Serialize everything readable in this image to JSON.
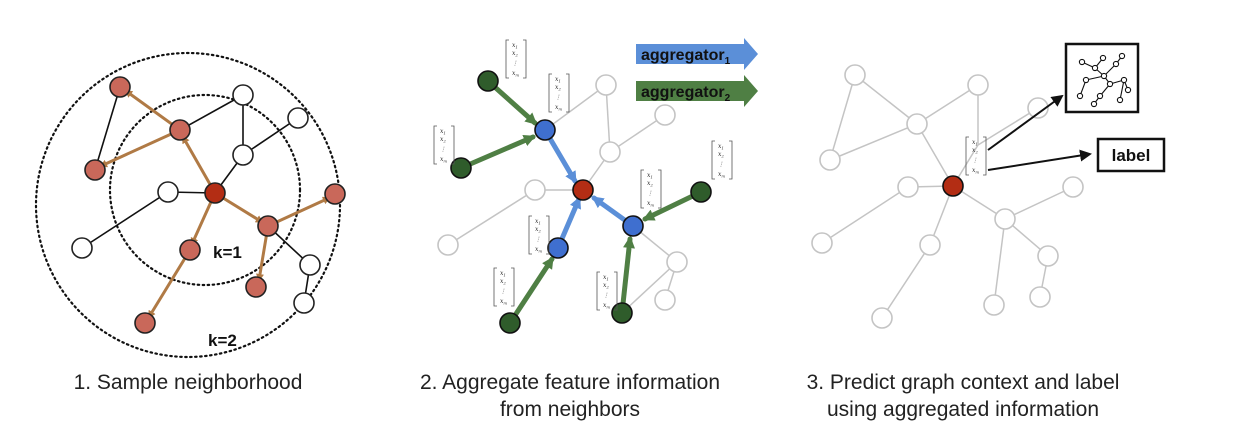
{
  "colors": {
    "target_node": "#b32d14",
    "sampled_node": "#c9685a",
    "aggregator1_node": "#3f6fcf",
    "aggregator2_node": "#2f5c2b",
    "sample_arrow": "#b07a45",
    "agg1_arrow": "#5b8fd8",
    "agg2_arrow": "#4f7f44",
    "faded_edge": "#c4c4c4",
    "edge": "#111111"
  },
  "panel1": {
    "caption": "1. Sample neighborhood",
    "k1_label": "k=1",
    "k2_label": "k=2"
  },
  "panel2": {
    "caption_line1": "2. Aggregate feature information",
    "caption_line2": "from neighbors",
    "aggregator1": {
      "base": "aggregator",
      "sub": "1"
    },
    "aggregator2": {
      "base": "aggregator",
      "sub": "2"
    },
    "vector": {
      "x1": "x",
      "s1": "1",
      "x2": "x",
      "s2": "2",
      "dots": "⋮",
      "xm": "x",
      "sm": "m"
    }
  },
  "panel3": {
    "caption_line1": "3. Predict graph context and label",
    "caption_line2": "using aggregated information",
    "label_box": "label",
    "graph_context_icon": "small-graph-icon"
  }
}
